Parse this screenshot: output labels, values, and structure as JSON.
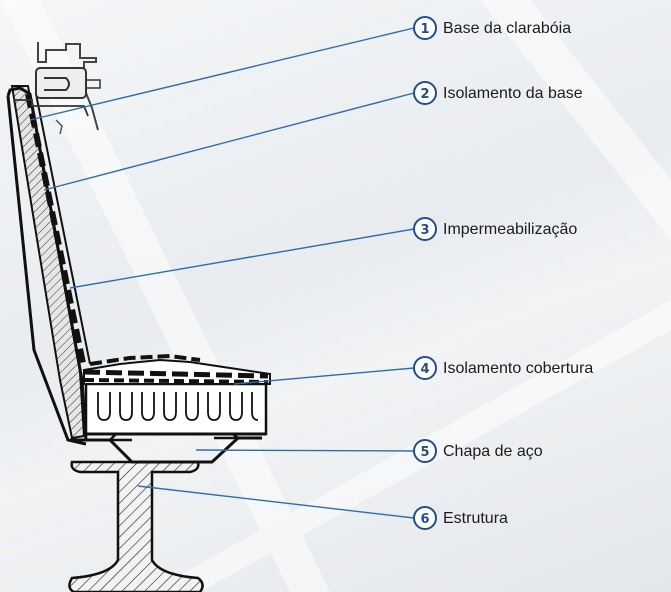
{
  "callouts": [
    {
      "number": "1",
      "label": "Base da clarabóia"
    },
    {
      "number": "2",
      "label": "Isolamento da base"
    },
    {
      "number": "3",
      "label": "Impermeabilização"
    },
    {
      "number": "4",
      "label": "Isolamento cobertura"
    },
    {
      "number": "5",
      "label": "Chapa de aço"
    },
    {
      "number": "6",
      "label": "Estrutura"
    }
  ],
  "colors": {
    "accent": "#1f4f8a",
    "leader_line": "#2f6db3",
    "outline": "#111111"
  }
}
